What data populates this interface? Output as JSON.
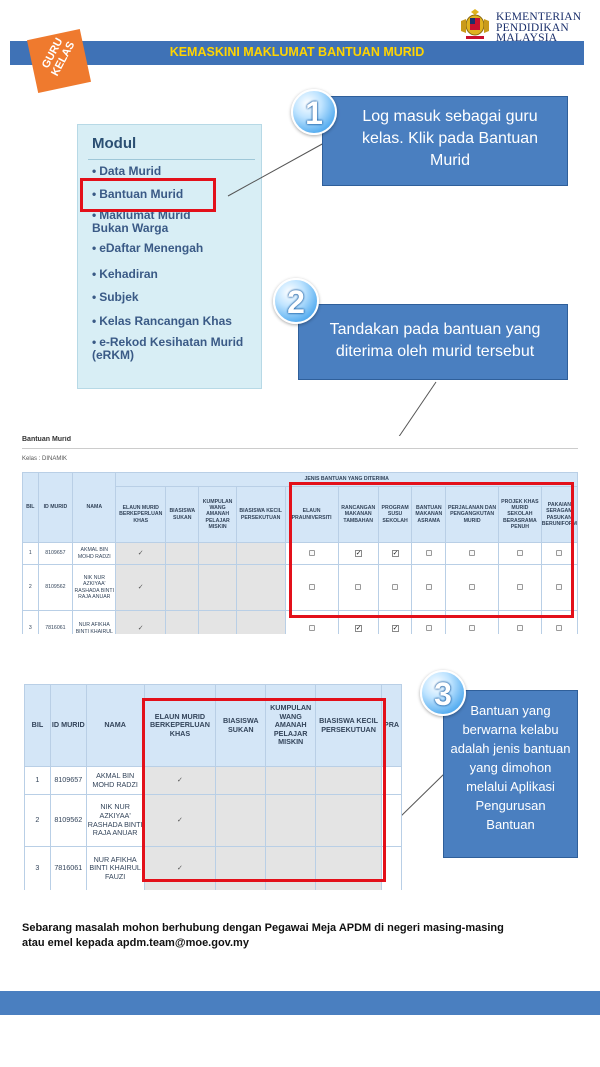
{
  "header": {
    "ministry_lines": [
      "KEMENTERIAN",
      "PENDIDIKAN",
      "MALAYSIA"
    ],
    "ribbon_text": "GURU KELAS",
    "title": "KEMASKINI MAKLUMAT BANTUAN MURID"
  },
  "menu": {
    "title": "Modul",
    "items": [
      "Data Murid",
      "Bantuan Murid",
      "Maklumat Murid Bukan Warga",
      "eDaftar Menengah",
      "Kehadiran",
      "Subjek",
      "Kelas Rancangan Khas",
      "e-Rekod Kesihatan Murid (eRKM)"
    ]
  },
  "steps": [
    {
      "number": "1",
      "text": "Log masuk sebagai guru kelas. Klik pada Bantuan Murid"
    },
    {
      "number": "2",
      "text": "Tandakan pada bantuan yang diterima oleh murid tersebut"
    },
    {
      "number": "3",
      "text": "Bantuan yang berwarna kelabu adalah jenis bantuan yang dimohon melalui Aplikasi Pengurusan Bantuan"
    }
  ],
  "table1": {
    "page_title": "Bantuan Murid",
    "kelas_label": "Kelas : DINAMIK",
    "group_header": "JENIS BANTUAN YANG DITERIMA",
    "headers": [
      "BIL",
      "ID MURID",
      "NAMA",
      "ELAUN MURID BERKEPERLUAN KHAS",
      "BIASISWA SUKAN",
      "KUMPULAN WANG AMANAH PELAJAR MISKIN",
      "BIASISWA KECIL PERSEKUTUAN",
      "ELAUN PRAUNIVERSITI",
      "RANCANGAN MAKANAN TAMBAHAN",
      "PROGRAM SUSU SEKOLAH",
      "BANTUAN MAKANAN ASRAMA",
      "PERJALANAN DAN PENGANGKUTAN MURID",
      "PROJEK KHAS MURID SEKOLAH BERASRAMA PENUH",
      "PAKAIAN SERAGAM PASUKAN BERUNIFORM"
    ],
    "rows": [
      {
        "bil": "1",
        "id": "8109657",
        "nama": "AKMAL BIN MOHD RADZI",
        "ticks": "✓",
        "rmt": "✓",
        "susu": "✓"
      },
      {
        "bil": "2",
        "id": "8109562",
        "nama": "NIK NUR AZKIYAA' RASHADA BINTI RAJA ANUAR",
        "ticks": "✓",
        "rmt": "",
        "susu": ""
      },
      {
        "bil": "3",
        "id": "7816061",
        "nama": "NUR AFIKHA BINTI KHAIRUL",
        "ticks": "✓",
        "rmt": "✓",
        "susu": "✓"
      }
    ]
  },
  "table2": {
    "headers": [
      "BIL",
      "ID MURID",
      "NAMA",
      "ELAUN MURID BERKEPERLUAN KHAS",
      "BIASISWA SUKAN",
      "KUMPULAN WANG AMANAH PELAJAR MISKIN",
      "BIASISWA KECIL PERSEKUTUAN",
      "PRA"
    ],
    "rows": [
      {
        "bil": "1",
        "id": "8109657",
        "nama": "AKMAL BIN MOHD RADZI",
        "tick": "✓"
      },
      {
        "bil": "2",
        "id": "8109562",
        "nama": "NIK NUR AZKIYAA' RASHADA BINTI RAJA ANUAR",
        "tick": "✓"
      },
      {
        "bil": "3",
        "id": "7816061",
        "nama": "NUR AFIKHA BINTI KHAIRUL FAUZI",
        "tick": "✓"
      }
    ]
  },
  "footer": {
    "note_line1": "Sebarang masalah mohon berhubung dengan Pegawai Meja APDM di negeri masing-masing",
    "note_line2": "atau emel kepada apdm.team@moe.gov.my"
  },
  "colors": {
    "title_bar": "#3f72b6",
    "title_text": "#ffd400",
    "ribbon": "#ef7a2e",
    "callout": "#4a7fc0",
    "highlight": "#e3101a",
    "menu_bg": "#d8eef5",
    "grey_cell": "#e4e4e4"
  }
}
